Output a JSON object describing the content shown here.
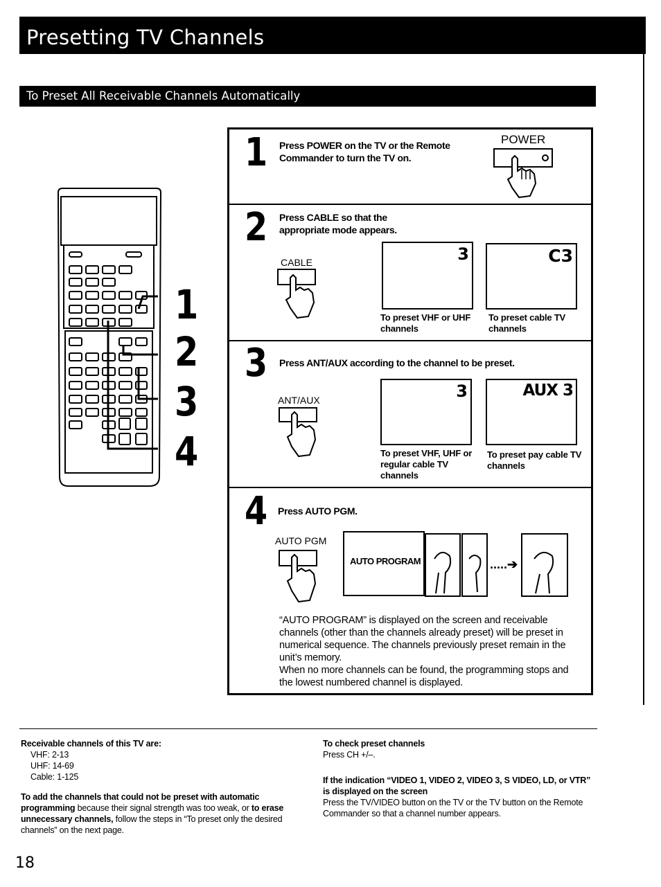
{
  "header": {
    "title": "Presetting TV Channels",
    "subtitle": "To Preset All Receivable Channels Automatically"
  },
  "callouts": [
    "1",
    "2",
    "3",
    "4"
  ],
  "steps": [
    {
      "number": "1",
      "instruction": "Press POWER on the TV or the Remote Commander to turn the TV on.",
      "button_label": "POWER"
    },
    {
      "number": "2",
      "instruction": "Press CABLE so that the appropriate mode appears.",
      "button_label": "CABLE",
      "screens": [
        {
          "display": "3",
          "caption": "To preset VHF or UHF channels"
        },
        {
          "display": "C3",
          "caption": "To preset cable TV channels"
        }
      ]
    },
    {
      "number": "3",
      "instruction": "Press ANT/AUX according to the channel to be preset.",
      "button_label": "ANT/AUX",
      "screens": [
        {
          "display": "3",
          "caption": "To preset VHF, UHF or regular cable TV channels"
        },
        {
          "display": "AUX 3",
          "caption": "To preset pay cable TV channels"
        }
      ]
    },
    {
      "number": "4",
      "instruction": "Press AUTO PGM.",
      "button_label": "AUTO PGM",
      "screen_text": "AUTO PROGRAM",
      "description_1": "“AUTO PROGRAM” is displayed on the screen and receivable channels (other than the channels already preset) will be preset in numerical sequence. The channels previously preset remain in the unit’s memory.",
      "description_2": "When no more channels can be found, the programming stops and the lowest numbered channel is displayed."
    }
  ],
  "footer": {
    "receivable_heading": "Receivable channels of this TV are:",
    "vhf": "VHF: 2-13",
    "uhf": "UHF: 14-69",
    "cable": "Cable: 1-125",
    "add_bold_1": "To add the channels that could not be preset with automatic programming",
    "add_text_1": " because their signal strength was too weak, or ",
    "add_bold_2": "to erase unnecessary channels,",
    "add_text_2": " follow the steps in “To preset only the desired channels” on the next page.",
    "check_heading": "To check preset channels",
    "check_text": "Press CH +/–.",
    "indication_heading": "If the indication “VIDEO 1, VIDEO 2, VIDEO 3, S VIDEO, LD, or VTR” is displayed on the screen",
    "indication_text": "Press the TV/VIDEO button on the TV or the TV button on the Remote Commander so that a channel number appears.",
    "page_number": "18"
  }
}
